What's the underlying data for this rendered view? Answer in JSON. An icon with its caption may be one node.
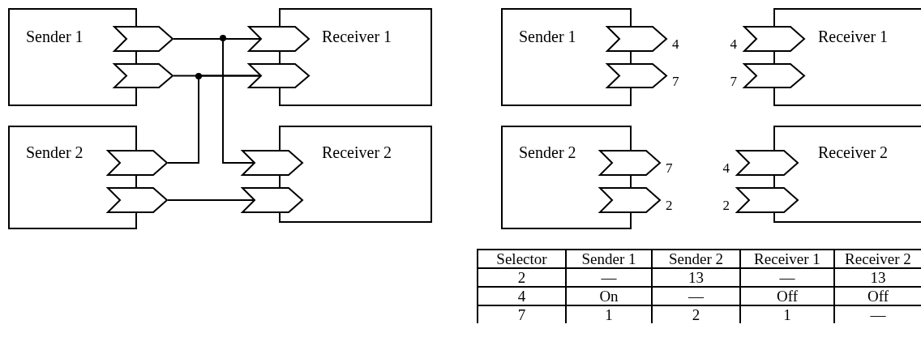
{
  "diagram": {
    "nodes": [
      {
        "text": [
          "Sender 1"
        ]
      },
      {
        "text": [
          "Receiver 1"
        ]
      },
      {
        "text": [
          "Sender 2"
        ]
      },
      {
        "text": [
          "Receiver 2"
        ]
      },
      {
        "text": [],
        "shape": "chevron"
      },
      {
        "text": [],
        "shape": "chevron"
      },
      {
        "text": [],
        "shape": "chevron"
      },
      {
        "text": [],
        "shape": "chevron"
      },
      {
        "text": [],
        "shape": "chevron"
      },
      {
        "text": [],
        "shape": "chevron"
      },
      {
        "text": [],
        "shape": "chevron"
      },
      {
        "text": [],
        "shape": "chevron"
      },
      {
        "text": [
          "Sender 1"
        ]
      },
      {
        "text": [
          "Receiver 1"
        ]
      },
      {
        "text": [
          "Sender 2"
        ]
      },
      {
        "text": [
          "Receiver 2"
        ]
      },
      {
        "text": [],
        "shape": "chevron",
        "beside": [
          "4"
        ]
      },
      {
        "text": [],
        "shape": "chevron",
        "beside": [
          "7"
        ]
      },
      {
        "text": [],
        "shape": "chevron",
        "beside": [
          "4"
        ]
      },
      {
        "text": [],
        "shape": "chevron",
        "beside": [
          "7"
        ]
      },
      {
        "text": [],
        "shape": "chevron",
        "beside": [
          "7"
        ]
      },
      {
        "text": [],
        "shape": "chevron",
        "beside": [
          "2"
        ]
      },
      {
        "text": [],
        "shape": "chevron",
        "beside": [
          "4"
        ]
      },
      {
        "text": [],
        "shape": "chevron",
        "beside": [
          "2"
        ]
      }
    ],
    "edges": [
      {
        "from": 4,
        "to": 6,
        "arrow": "none"
      },
      {
        "from": 4,
        "to": 10,
        "arrow": "none"
      },
      {
        "from": 5,
        "to": 7,
        "arrow": "none"
      },
      {
        "from": 8,
        "to": 7,
        "arrow": "none"
      },
      {
        "from": 9,
        "to": 11,
        "arrow": "none"
      }
    ],
    "labels": [
      "Selector",
      "Sender 1",
      "Sender 2",
      "Receiver 1",
      "Receiver 2",
      "2",
      "—",
      "13",
      "—",
      "13",
      "4",
      "On",
      "—",
      "Off",
      "Off",
      "7",
      "1",
      "2",
      "1",
      "—"
    ]
  }
}
